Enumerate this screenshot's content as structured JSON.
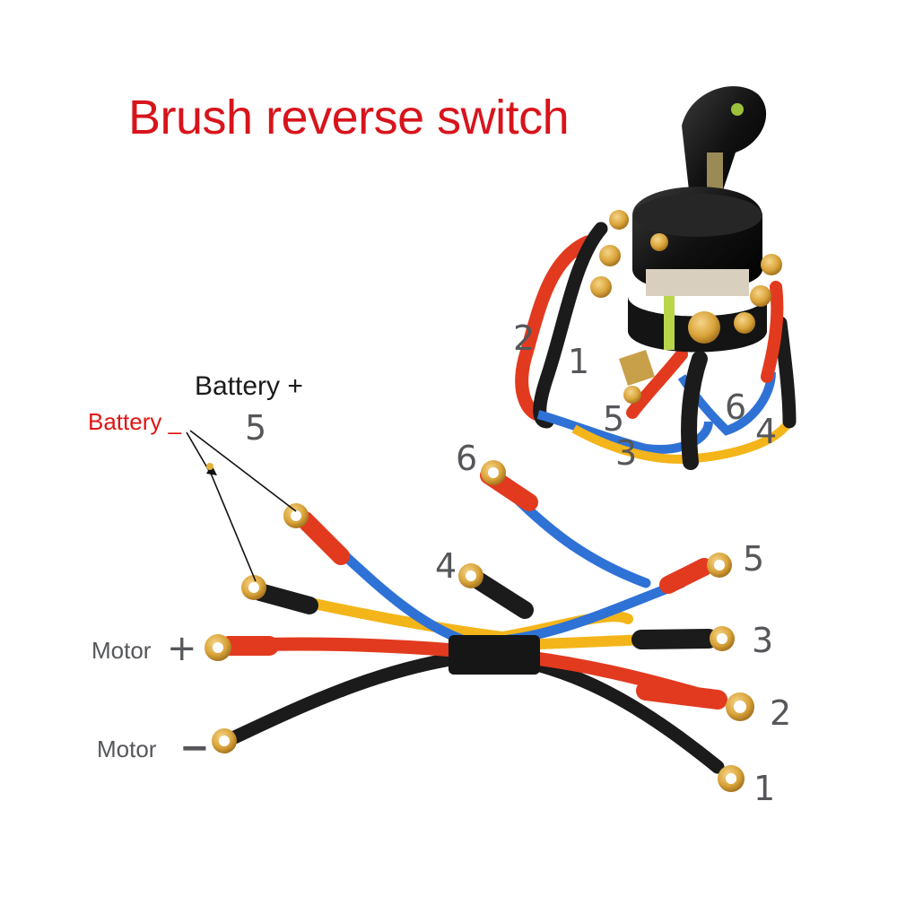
{
  "title": "Brush reverse switch",
  "labels": {
    "battery_positive": "Battery +",
    "battery_negative": "Battery _",
    "motor_positive": "Motor",
    "motor_positive_sign": "+",
    "motor_negative": "Motor",
    "motor_negative_sign": "−"
  },
  "switch_terminal_numbers": [
    "1",
    "2",
    "3",
    "4",
    "5",
    "6"
  ],
  "wire_terminal_numbers": {
    "battery_plus_5": "5",
    "wire_6": "6",
    "wire_5": "5",
    "wire_4": "4",
    "wire_3": "3",
    "wire_2": "2",
    "wire_1": "1"
  },
  "colors": {
    "title": "#d8141b",
    "battery_negative": "#e01515",
    "wire_red": "#e23a1f",
    "wire_black": "#1b1b1b",
    "wire_blue": "#2f72d6",
    "wire_yellow": "#f4b51a",
    "lug_brass": "#d9a43a"
  }
}
